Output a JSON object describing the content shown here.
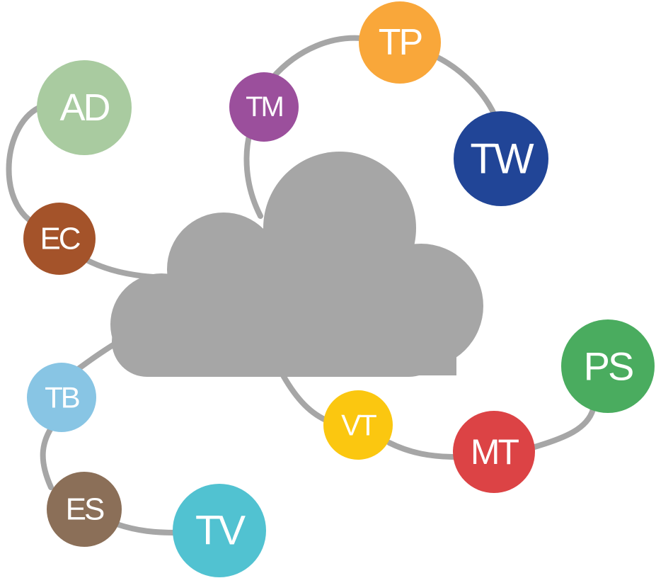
{
  "cloud": {
    "color": "#a6a6a6"
  },
  "connector_color": "#a6a6a6",
  "nodes": [
    {
      "id": "ad",
      "label": "AD",
      "color": "#a9cba0"
    },
    {
      "id": "ec",
      "label": "EC",
      "color": "#a4532a"
    },
    {
      "id": "tm",
      "label": "TM",
      "color": "#9b4f9c"
    },
    {
      "id": "tp",
      "label": "TP",
      "color": "#f9a73a"
    },
    {
      "id": "tw",
      "label": "TW",
      "color": "#214597"
    },
    {
      "id": "ps",
      "label": "PS",
      "color": "#4aac5f"
    },
    {
      "id": "mt",
      "label": "MT",
      "color": "#dc4345"
    },
    {
      "id": "vt",
      "label": "VT",
      "color": "#fbc710"
    },
    {
      "id": "tb",
      "label": "TB",
      "color": "#88c5e4"
    },
    {
      "id": "es",
      "label": "ES",
      "color": "#8b6f58"
    },
    {
      "id": "tv",
      "label": "TV",
      "color": "#51c2d1"
    }
  ]
}
